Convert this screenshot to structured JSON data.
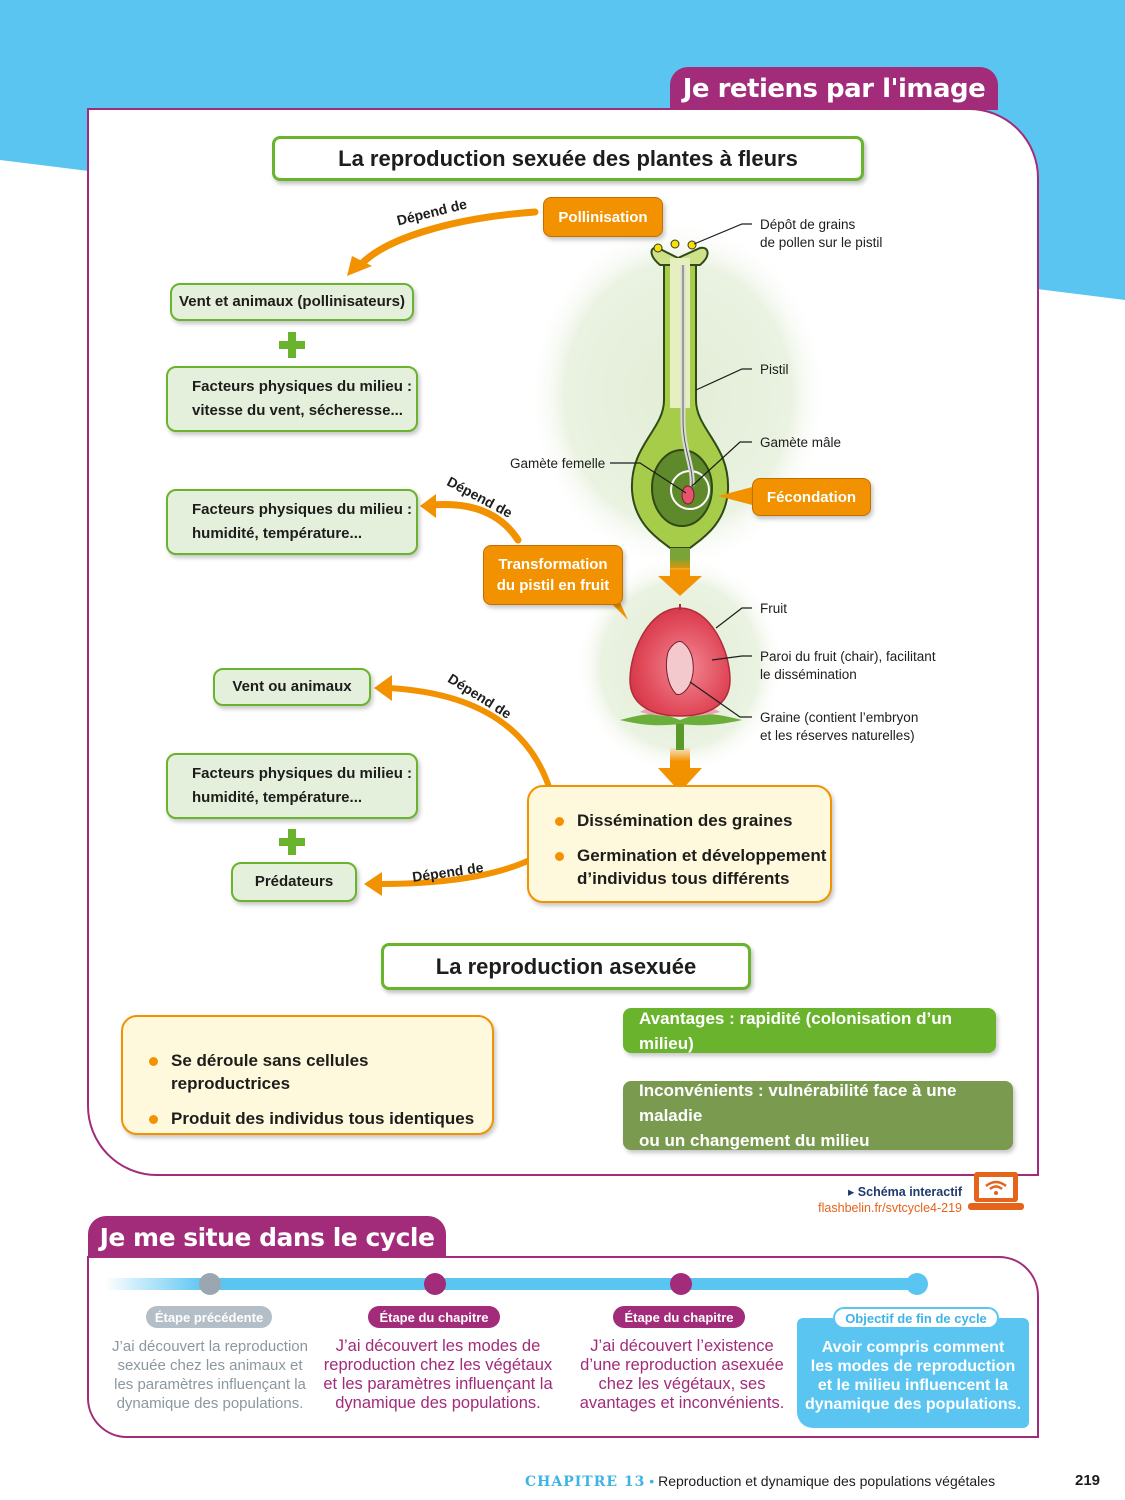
{
  "colors": {
    "sky": "#5bc5f2",
    "magenta": "#a22b7a",
    "green": "#6ab42d",
    "green_light": "#e4efdc",
    "green_dark": "#7a9a50",
    "orange": "#f39200",
    "cream": "#fef8dc",
    "grey": "#9aa7b1",
    "cyan": "#3db4e5"
  },
  "header": {
    "tab_title": "Je retiens par l'image"
  },
  "sexual": {
    "title": "La reproduction sexuée des plantes à fleurs",
    "depend_label": "Dépend de",
    "pollinisation": "Pollinisation",
    "vent_animaux_pollinisateurs": "Vent et animaux (pollinisateurs)",
    "facteurs_1_line1": "Facteurs physiques du milieu :",
    "facteurs_1_line2": "vitesse du vent, sécheresse...",
    "facteurs_2_line1": "Facteurs physiques du milieu :",
    "facteurs_2_line2": "humidité, température...",
    "transformation_line1": "Transformation",
    "transformation_line2": "du pistil en fruit",
    "fecondation": "Fécondation",
    "vent_ou_animaux": "Vent ou animaux",
    "facteurs_3_line1": "Facteurs physiques du milieu :",
    "facteurs_3_line2": "humidité, température...",
    "predateurs": "Prédateurs",
    "outcomes": [
      "Dissémination des graines",
      "Germination et développement",
      "d’individus tous différents"
    ],
    "diagram_labels": {
      "depot_line1": "Dépôt de grains",
      "depot_line2": "de pollen sur le pistil",
      "pistil": "Pistil",
      "gamete_male": "Gamète mâle",
      "gamete_femelle": "Gamète femelle",
      "fruit": "Fruit",
      "paroi_line1": "Paroi du fruit (chair), facilitant",
      "paroi_line2": "le dissémination",
      "graine_line1": "Graine (contient l’embryon",
      "graine_line2": "et les réserves naturelles)"
    }
  },
  "asexual": {
    "title": "La reproduction asexuée",
    "bullets": [
      "Se déroule sans cellules reproductrices",
      "Produit des individus tous identiques"
    ],
    "avantages": "Avantages : rapidité (colonisation d’un milieu)",
    "inconvenients_line1": "Inconvénients : vulnérabilité face à une maladie",
    "inconvenients_line2": "ou un changement du milieu"
  },
  "interactive": {
    "label": "Schéma interactif",
    "link": "flashbelin.fr/svtcycle4-219",
    "icon": "laptop-wifi-icon"
  },
  "cycle": {
    "tab_title": "Je me situe dans le cycle",
    "steps": [
      {
        "badge": "Étape précédente",
        "lines": [
          "J’ai découvert la reproduction",
          "sexuée chez les animaux et",
          "les paramètres influençant la",
          "dynamique des populations."
        ]
      },
      {
        "badge": "Étape du chapitre",
        "lines": [
          "J’ai découvert les modes de",
          "reproduction chez les végétaux",
          "et les paramètres influençant la",
          "dynamique des populations."
        ]
      },
      {
        "badge": "Étape du chapitre",
        "lines": [
          "J’ai découvert l’existence",
          "d’une reproduction asexuée",
          "chez les végétaux, ses",
          "avantages et inconvénients."
        ]
      },
      {
        "badge": "Objectif de fin de cycle",
        "lines": [
          "Avoir compris comment",
          "les modes de reproduction",
          "et le milieu influencent la",
          "dynamique des populations."
        ]
      }
    ]
  },
  "footer": {
    "chapter": "CHAPITRE 13",
    "separator": "•",
    "title": "Reproduction et dynamique des populations végétales",
    "page": "219"
  }
}
